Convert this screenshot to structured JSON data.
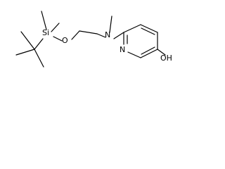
{
  "molecule": {
    "atoms": {
      "si": "Si",
      "o_ether": "O",
      "n_amine": "N",
      "n_ring": "N",
      "oh": "OH"
    }
  }
}
